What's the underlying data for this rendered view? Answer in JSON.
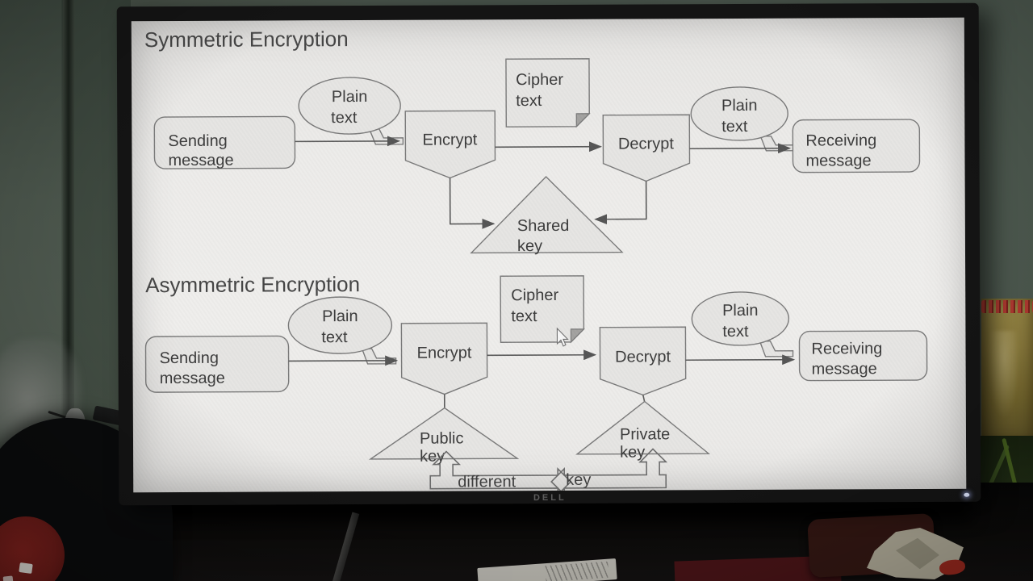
{
  "monitor": {
    "brand": "DELL"
  },
  "symmetric": {
    "title": "Symmetric Encryption",
    "sending": [
      "Sending",
      "message"
    ],
    "plain1": [
      "Plain",
      "text"
    ],
    "encrypt": "Encrypt",
    "cipher": [
      "Cipher",
      "text"
    ],
    "decrypt": "Decrypt",
    "plain2": [
      "Plain",
      "text"
    ],
    "receiving": [
      "Receiving",
      "message"
    ],
    "shared_key": [
      "Shared",
      "key"
    ]
  },
  "asymmetric": {
    "title": "Asymmetric Encryption",
    "sending": [
      "Sending",
      "message"
    ],
    "plain1": [
      "Plain",
      "text"
    ],
    "encrypt": "Encrypt",
    "cipher": [
      "Cipher",
      "text"
    ],
    "decrypt": "Decrypt",
    "plain2": [
      "Plain",
      "text"
    ],
    "receiving": [
      "Receiving",
      "message"
    ],
    "public_key": [
      "Public",
      "key"
    ],
    "private_key": [
      "Private",
      "key"
    ],
    "annotation": [
      "different",
      "key"
    ]
  }
}
